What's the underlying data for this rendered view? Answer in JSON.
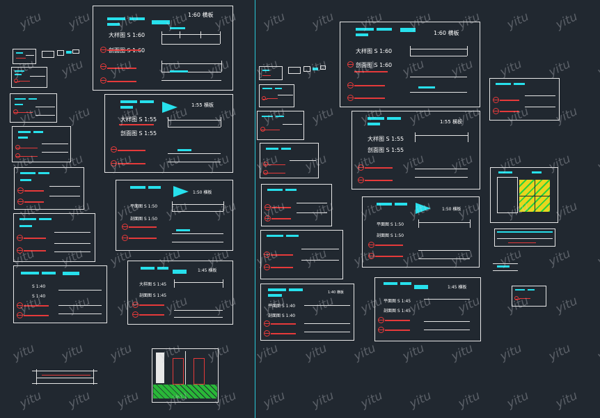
{
  "viewport": {
    "background": "#212830",
    "line_color": "#e8e8e8",
    "accent_cyan": "#27e0ec",
    "accent_red": "#e63a3a",
    "divider_color": "#29c8d8"
  },
  "watermark": {
    "text": "yitu"
  },
  "drawing_labels": {
    "l1_scale": "1:60  横板",
    "l1_label_a": "大样图  S 1:60",
    "l1_label_b": "剖面图  S 1:60",
    "l2_scale": "1:55  横板",
    "l2_label_a": "大样图  S 1:55",
    "l2_label_b": "剖面图  S 1:55",
    "l3_scale": "1:50  横板",
    "l3_label_a": "平面图  S 1:50",
    "l3_label_b": "剖面图  S 1:50",
    "l4_scale": "1:45  横板",
    "l4_label_a": "大样图  S 1:45",
    "l4_label_b": "剖面图  S 1:45",
    "s_label": "S 1:40",
    "r1_scale": "1:60  横板",
    "r1_label_a": "大样图  S 1:60",
    "r1_label_b": "剖面图  S 1:60",
    "r2_scale": "1:55  横板",
    "r2_label_a": "大样图  S 1:55",
    "r2_label_b": "剖面图  S 1:55",
    "r3_scale": "1:50  横板",
    "r3_label_a": "平面图  S 1:50",
    "r3_label_b": "剖面图  S 1:50",
    "r4_scale": "1:40  横板",
    "r4_label_a": "平面图  S 1:40",
    "r4_label_b": "剖面图  S 1:40",
    "r5_scale": "1:45  横板",
    "r5_label_a": "平面图  S 1:45",
    "r5_label_b": "剖面图  S 1:45"
  }
}
